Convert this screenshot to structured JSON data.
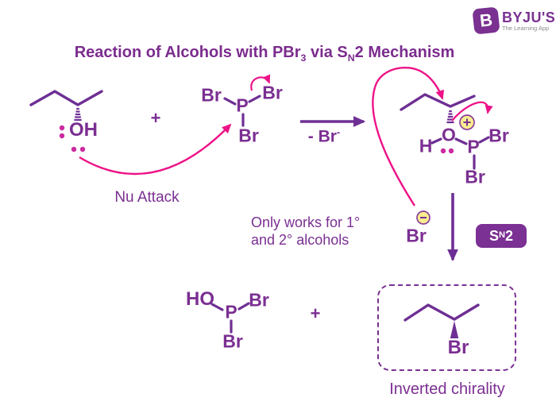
{
  "colors": {
    "purple_text": "#7b2f92",
    "bond_purple": "#6e2f94",
    "arrow_pink": "#ed1287",
    "lone_pair_magenta": "#cb2aa0",
    "charge_fill_yellow": "#f9ee8f",
    "charge_stroke": "#8c3f9b",
    "badge_bg": "#7b3093",
    "logo_purple": "#7a3191",
    "tagline_gray": "#8a8a8a"
  },
  "logo": {
    "b": "B",
    "name": "BYJU'S",
    "tagline": "The Learning App"
  },
  "title": {
    "part1": "Reaction of Alcohols with PBr",
    "sub1": "3",
    "part2": " via S",
    "sub2": "N",
    "part3": "2 Mechanism"
  },
  "alcohol": {
    "oh": "OH"
  },
  "pbr3": {
    "br_left": "Br",
    "p": "P",
    "br_right": "Br",
    "br_bottom": "Br"
  },
  "reaction": {
    "plus_left": "+",
    "condition_main": "- Br",
    "condition_sup": "-"
  },
  "labels": {
    "nu_attack": "Nu Attack",
    "inverted": "Inverted chirality"
  },
  "intermediate": {
    "h": "H",
    "o": "O",
    "p": "P",
    "br_right": "Br",
    "br_bottom": "Br"
  },
  "anion": {
    "br": "Br"
  },
  "badge": {
    "s": "S",
    "n": "N",
    "two": "2"
  },
  "note": {
    "line1": "Only works for 1°",
    "line2": "and 2° alcohols"
  },
  "hopbr2": {
    "ho": "HO",
    "p": "P",
    "br_right": "Br",
    "br_bottom": "Br"
  },
  "products": {
    "plus": "+",
    "br": "Br"
  },
  "icons": {
    "plus_charge": "+",
    "minus_charge": "−"
  }
}
